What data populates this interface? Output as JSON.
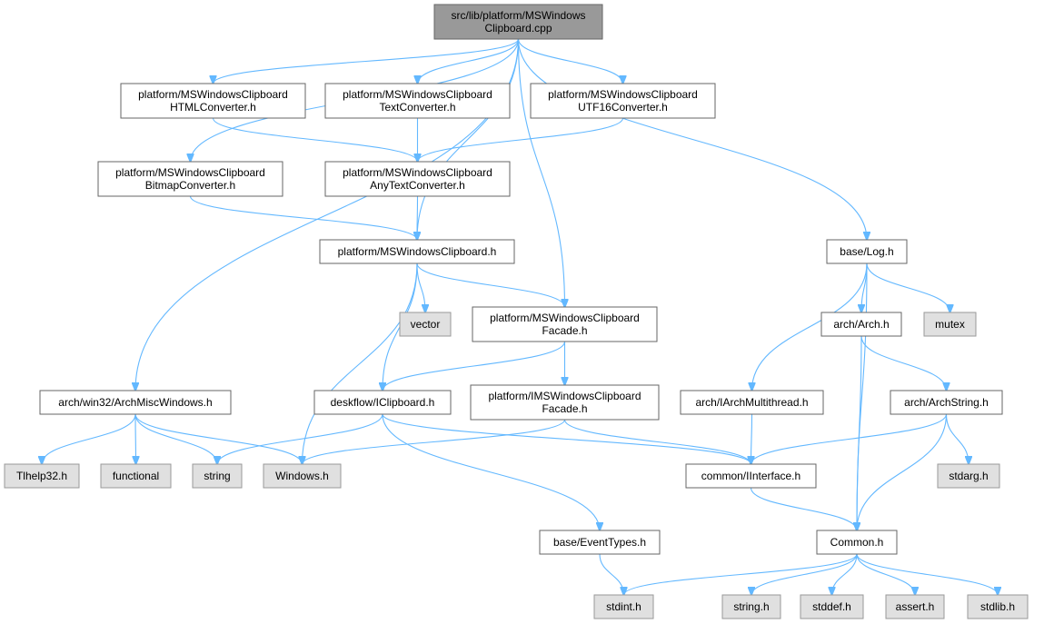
{
  "colors": {
    "root_fill": "#999999",
    "root_stroke": "#666666",
    "local_fill": "#ffffff",
    "local_stroke": "#666666",
    "system_fill": "#e0e0e0",
    "system_stroke": "#999999",
    "edge": "#63b8ff"
  },
  "nodes": [
    {
      "id": "root",
      "kind": "root",
      "lines": [
        "src/lib/platform/MSWindows",
        "Clipboard.cpp"
      ]
    },
    {
      "id": "html_conv",
      "kind": "local",
      "lines": [
        "platform/MSWindowsClipboard",
        "HTMLConverter.h"
      ]
    },
    {
      "id": "text_conv",
      "kind": "local",
      "lines": [
        "platform/MSWindowsClipboard",
        "TextConverter.h"
      ]
    },
    {
      "id": "utf16_conv",
      "kind": "local",
      "lines": [
        "platform/MSWindowsClipboard",
        "UTF16Converter.h"
      ]
    },
    {
      "id": "bitmap_conv",
      "kind": "local",
      "lines": [
        "platform/MSWindowsClipboard",
        "BitmapConverter.h"
      ]
    },
    {
      "id": "anytext_conv",
      "kind": "local",
      "lines": [
        "platform/MSWindowsClipboard",
        "AnyTextConverter.h"
      ]
    },
    {
      "id": "clipboard_h",
      "kind": "local",
      "lines": [
        "platform/MSWindowsClipboard.h"
      ]
    },
    {
      "id": "vector",
      "kind": "system",
      "lines": [
        "vector"
      ]
    },
    {
      "id": "facade_h",
      "kind": "local",
      "lines": [
        "platform/MSWindowsClipboard",
        "Facade.h"
      ]
    },
    {
      "id": "archmisc",
      "kind": "local",
      "lines": [
        "arch/win32/ArchMiscWindows.h"
      ]
    },
    {
      "id": "iclipboard",
      "kind": "local",
      "lines": [
        "deskflow/IClipboard.h"
      ]
    },
    {
      "id": "imsfacade",
      "kind": "local",
      "lines": [
        "platform/IMSWindowsClipboard",
        "Facade.h"
      ]
    },
    {
      "id": "tlhelp",
      "kind": "system",
      "lines": [
        "Tlhelp32.h"
      ]
    },
    {
      "id": "functional",
      "kind": "system",
      "lines": [
        "functional"
      ]
    },
    {
      "id": "string",
      "kind": "system",
      "lines": [
        "string"
      ]
    },
    {
      "id": "windows",
      "kind": "system",
      "lines": [
        "Windows.h"
      ]
    },
    {
      "id": "log",
      "kind": "local",
      "lines": [
        "base/Log.h"
      ]
    },
    {
      "id": "arch",
      "kind": "local",
      "lines": [
        "arch/Arch.h"
      ]
    },
    {
      "id": "mutex",
      "kind": "system",
      "lines": [
        "mutex"
      ]
    },
    {
      "id": "iarchmt",
      "kind": "local",
      "lines": [
        "arch/IArchMultithread.h"
      ]
    },
    {
      "id": "archstring",
      "kind": "local",
      "lines": [
        "arch/ArchString.h"
      ]
    },
    {
      "id": "iinterface",
      "kind": "local",
      "lines": [
        "common/IInterface.h"
      ]
    },
    {
      "id": "stdarg",
      "kind": "system",
      "lines": [
        "stdarg.h"
      ]
    },
    {
      "id": "eventtypes",
      "kind": "local",
      "lines": [
        "base/EventTypes.h"
      ]
    },
    {
      "id": "common",
      "kind": "local",
      "lines": [
        "Common.h"
      ]
    },
    {
      "id": "stdint",
      "kind": "system",
      "lines": [
        "stdint.h"
      ]
    },
    {
      "id": "string_h",
      "kind": "system",
      "lines": [
        "string.h"
      ]
    },
    {
      "id": "stddef",
      "kind": "system",
      "lines": [
        "stddef.h"
      ]
    },
    {
      "id": "assert",
      "kind": "system",
      "lines": [
        "assert.h"
      ]
    },
    {
      "id": "stdlib",
      "kind": "system",
      "lines": [
        "stdlib.h"
      ]
    }
  ],
  "edges": [
    [
      "root",
      "html_conv"
    ],
    [
      "root",
      "text_conv"
    ],
    [
      "root",
      "utf16_conv"
    ],
    [
      "root",
      "bitmap_conv"
    ],
    [
      "root",
      "clipboard_h"
    ],
    [
      "root",
      "facade_h"
    ],
    [
      "root",
      "archmisc"
    ],
    [
      "root",
      "log"
    ],
    [
      "html_conv",
      "anytext_conv"
    ],
    [
      "text_conv",
      "anytext_conv"
    ],
    [
      "utf16_conv",
      "anytext_conv"
    ],
    [
      "bitmap_conv",
      "clipboard_h"
    ],
    [
      "anytext_conv",
      "clipboard_h"
    ],
    [
      "clipboard_h",
      "vector"
    ],
    [
      "clipboard_h",
      "facade_h"
    ],
    [
      "clipboard_h",
      "iclipboard"
    ],
    [
      "clipboard_h",
      "windows"
    ],
    [
      "facade_h",
      "iclipboard"
    ],
    [
      "facade_h",
      "imsfacade"
    ],
    [
      "archmisc",
      "tlhelp"
    ],
    [
      "archmisc",
      "functional"
    ],
    [
      "archmisc",
      "string"
    ],
    [
      "archmisc",
      "windows"
    ],
    [
      "iclipboard",
      "string"
    ],
    [
      "iclipboard",
      "iinterface"
    ],
    [
      "iclipboard",
      "eventtypes"
    ],
    [
      "imsfacade",
      "windows"
    ],
    [
      "imsfacade",
      "iinterface"
    ],
    [
      "log",
      "arch"
    ],
    [
      "log",
      "mutex"
    ],
    [
      "log",
      "iarchmt"
    ],
    [
      "log",
      "common"
    ],
    [
      "arch",
      "archstring"
    ],
    [
      "arch",
      "common"
    ],
    [
      "iarchmt",
      "iinterface"
    ],
    [
      "archstring",
      "iinterface"
    ],
    [
      "archstring",
      "stdarg"
    ],
    [
      "archstring",
      "common"
    ],
    [
      "iinterface",
      "common"
    ],
    [
      "eventtypes",
      "stdint"
    ],
    [
      "common",
      "stdint"
    ],
    [
      "common",
      "string_h"
    ],
    [
      "common",
      "stddef"
    ],
    [
      "common",
      "assert"
    ],
    [
      "common",
      "stdlib"
    ]
  ]
}
